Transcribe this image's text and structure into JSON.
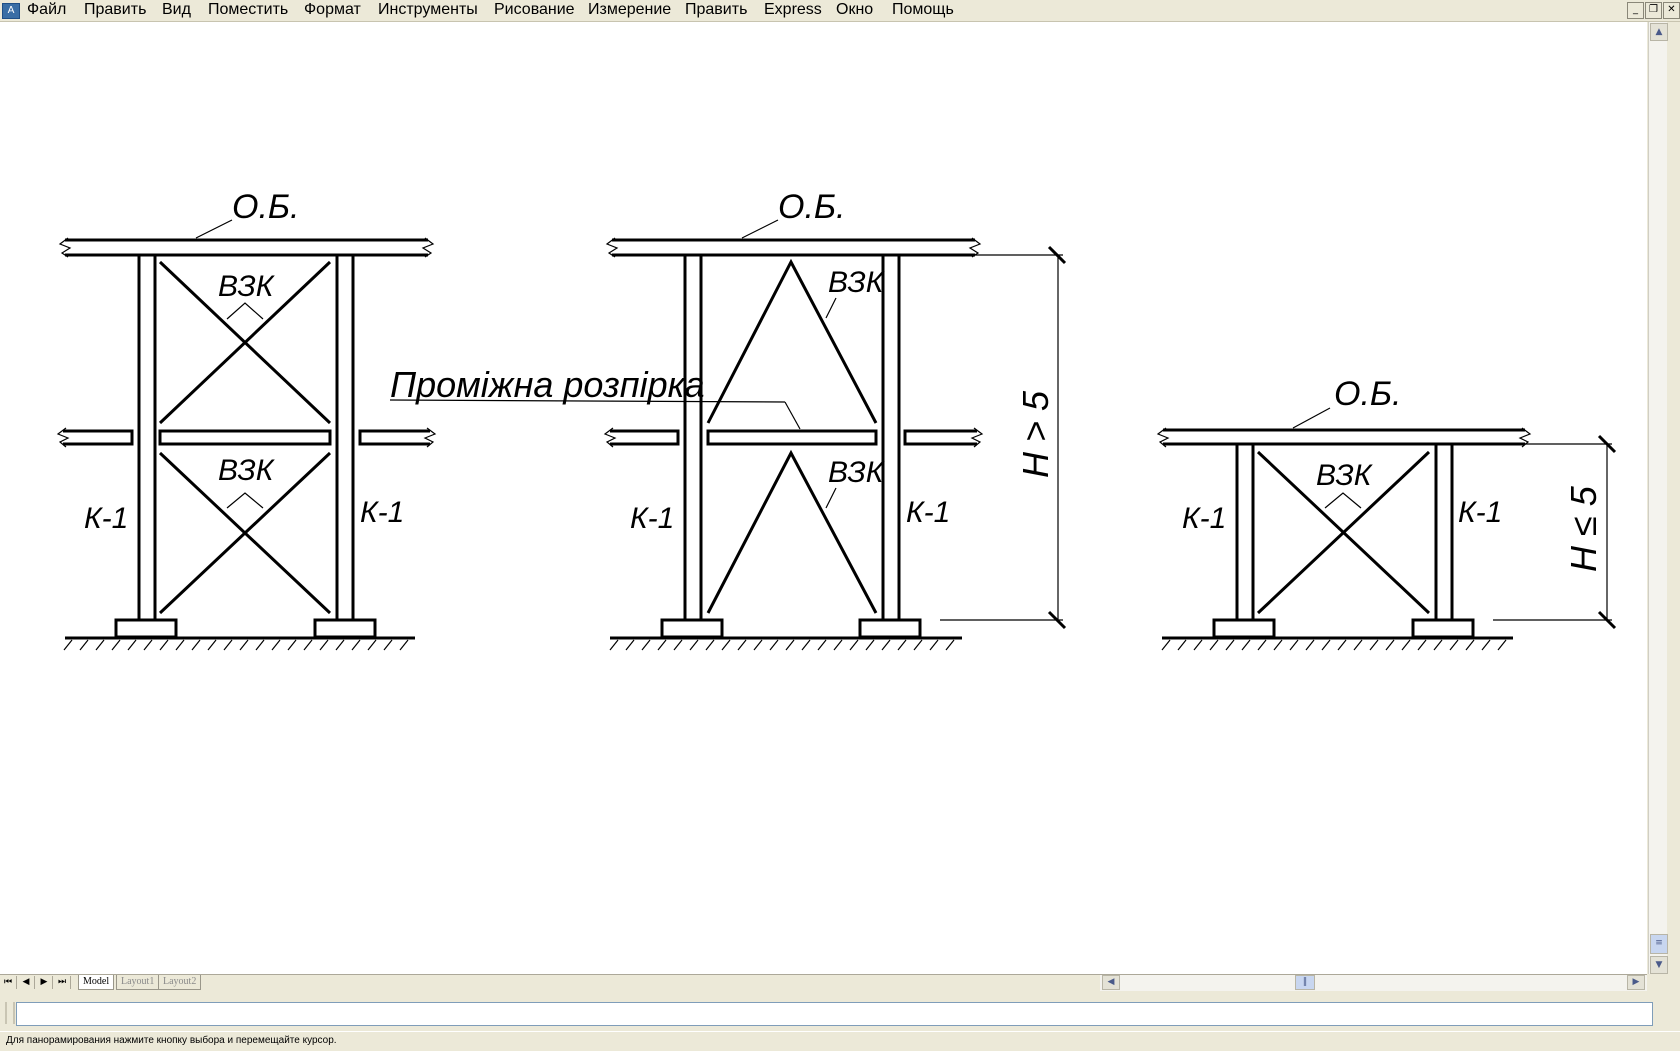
{
  "menu": {
    "items": [
      "Файл",
      "Править",
      "Вид",
      "Поместить",
      "Формат",
      "Инструменты",
      "Рисование",
      "Измерение",
      "Править",
      "Express",
      "Окно",
      "Помощь"
    ]
  },
  "window_controls": {
    "minimize": "_",
    "restore": "❐",
    "close": "✕"
  },
  "drawing": {
    "labels": {
      "ob": "О.Б.",
      "vzk": "ВЗК",
      "k1": "К-1",
      "intermediate_strut": "Проміжна розпірка",
      "h_gt_5": "H > 5",
      "h_le_5": "H ≤ 5"
    }
  },
  "layout_tabs": {
    "nav": [
      "⏮",
      "◀",
      "▶",
      "⏭"
    ],
    "tabs": [
      "Model",
      "Layout1",
      "Layout2"
    ],
    "active": "Model"
  },
  "status": {
    "text": "Для панорамирования нажмите кнопку выбора и перемещайте курсор."
  },
  "colors": {
    "ui_bg": "#ece9d8",
    "canvas": "#ffffff",
    "ink": "#000000"
  }
}
